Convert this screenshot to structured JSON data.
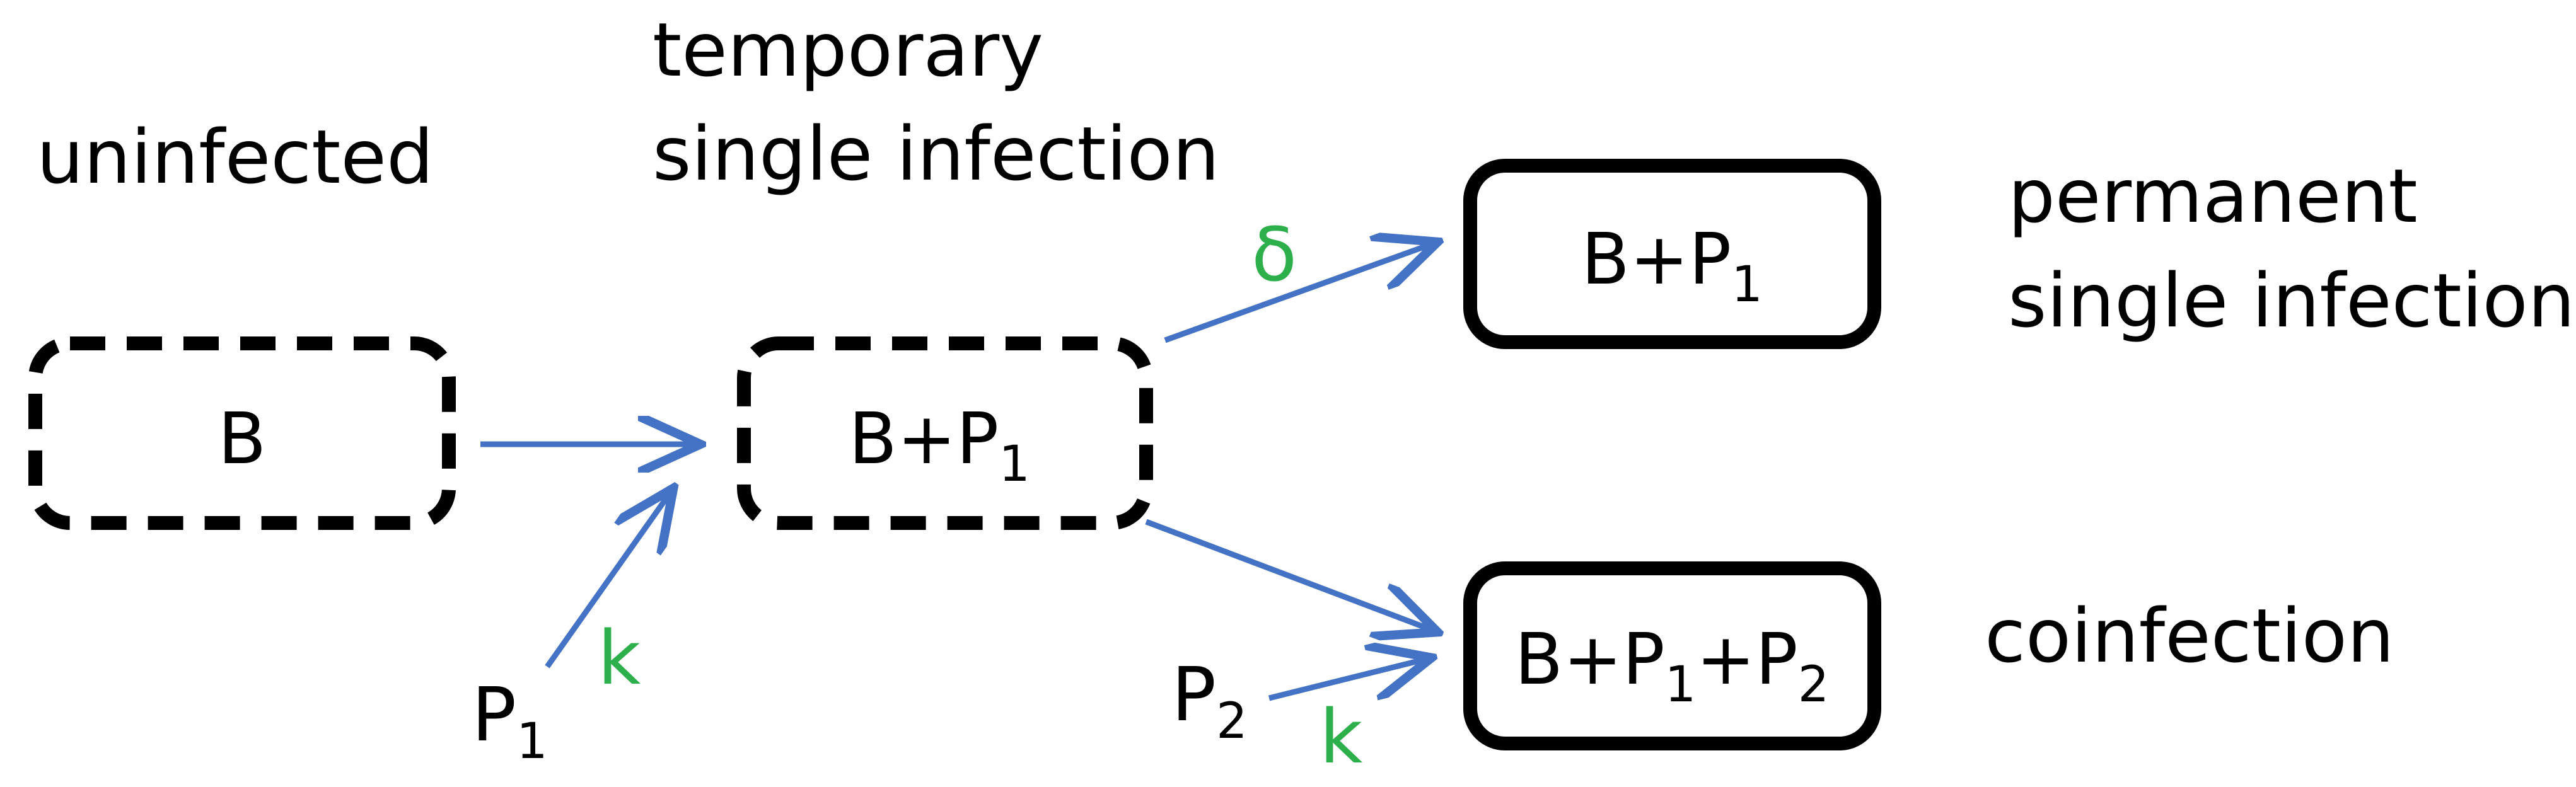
{
  "colors": {
    "arrow": "#4472C4",
    "rate": "#2DB04B",
    "box_border": "#000000",
    "text": "#000000"
  },
  "stages": {
    "uninfected": "uninfected",
    "temporary_line1": "temporary",
    "temporary_line2": "single infection",
    "permanent_line1": "permanent",
    "permanent_line2": "single infection",
    "coinfection": "coinfection"
  },
  "boxes": {
    "b": {
      "text": "B",
      "style": "dashed"
    },
    "b_p1_temp": {
      "main": "B+P",
      "sub": "1",
      "style": "dashed"
    },
    "b_p1_perm": {
      "main": "B+P",
      "sub": "1",
      "style": "solid"
    },
    "b_p1_p2": {
      "main1": "B+P",
      "sub1": "1",
      "main2": "+P",
      "sub2": "2",
      "style": "solid"
    }
  },
  "phages": {
    "p1": {
      "main": "P",
      "sub": "1"
    },
    "p2": {
      "main": "P",
      "sub": "2"
    }
  },
  "rates": {
    "k1": "k",
    "k2": "k",
    "delta": "δ"
  }
}
